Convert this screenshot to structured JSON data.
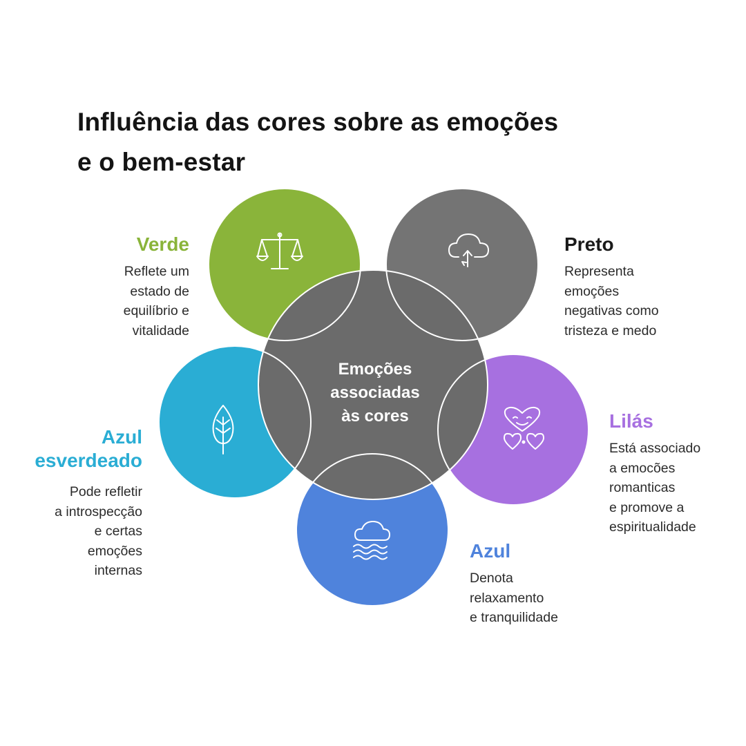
{
  "title": {
    "line1": "Influência das cores sobre as emoções",
    "line2": "e o bem-estar"
  },
  "center": {
    "lines": [
      "Emoções",
      "associadas",
      "às cores"
    ],
    "color": "#6b6b6b"
  },
  "colors": [
    {
      "id": "verde",
      "name": "Verde",
      "color": "#8ab43a",
      "icon": "scale-icon",
      "description": [
        "Reflete um",
        "estado de",
        "equilíbrio e",
        "vitalidade"
      ]
    },
    {
      "id": "preto",
      "name": "Preto",
      "color": "#747474",
      "icon": "storm-cloud-icon",
      "description": [
        "Representa",
        "emoções",
        "negativas como",
        "tristeza e medo"
      ]
    },
    {
      "id": "lilas",
      "name": "Lilás",
      "color": "#a770e0",
      "icon": "heart-face-icon",
      "description": [
        "Está associado",
        "a emocões",
        "romanticas",
        "e promove a",
        "espiritualidade"
      ]
    },
    {
      "id": "azul",
      "name": "Azul",
      "color": "#4f83dc",
      "icon": "cloud-waves-icon",
      "description": [
        "Denota",
        "relaxamento",
        "e tranquilidade"
      ]
    },
    {
      "id": "azul-esverdeado",
      "name_lines": [
        "Azul",
        "esverdeado"
      ],
      "color": "#2aadd4",
      "icon": "leaf-icon",
      "description": [
        "Pode refletir",
        "a introspecção",
        "e certas",
        "emoções",
        "internas"
      ]
    }
  ]
}
